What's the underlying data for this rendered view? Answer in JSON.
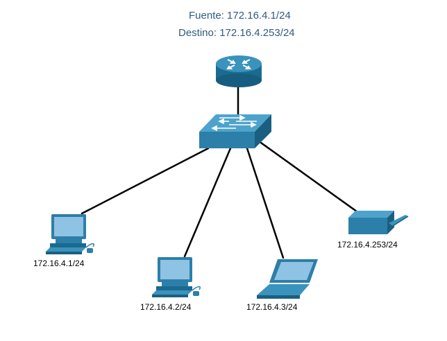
{
  "header": {
    "source_line": "Fuente: 172.16.4.1/24",
    "destination_line": "Destino: 172.16.4.253/24"
  },
  "devices": {
    "router": {
      "label": ""
    },
    "switch": {
      "label": ""
    },
    "pc1": {
      "label": "172.16.4.1/24"
    },
    "pc2": {
      "label": "172.16.4.2/24"
    },
    "laptop": {
      "label": "172.16.4.3/24"
    },
    "printer": {
      "label": "172.16.4.253/24"
    }
  },
  "colors": {
    "device_main": "#2c7fa8",
    "device_light": "#5aaed4",
    "device_dark": "#1b5f80",
    "screen": "#8fc3e3",
    "header_text": "#2f5a82",
    "link": "#000000"
  }
}
